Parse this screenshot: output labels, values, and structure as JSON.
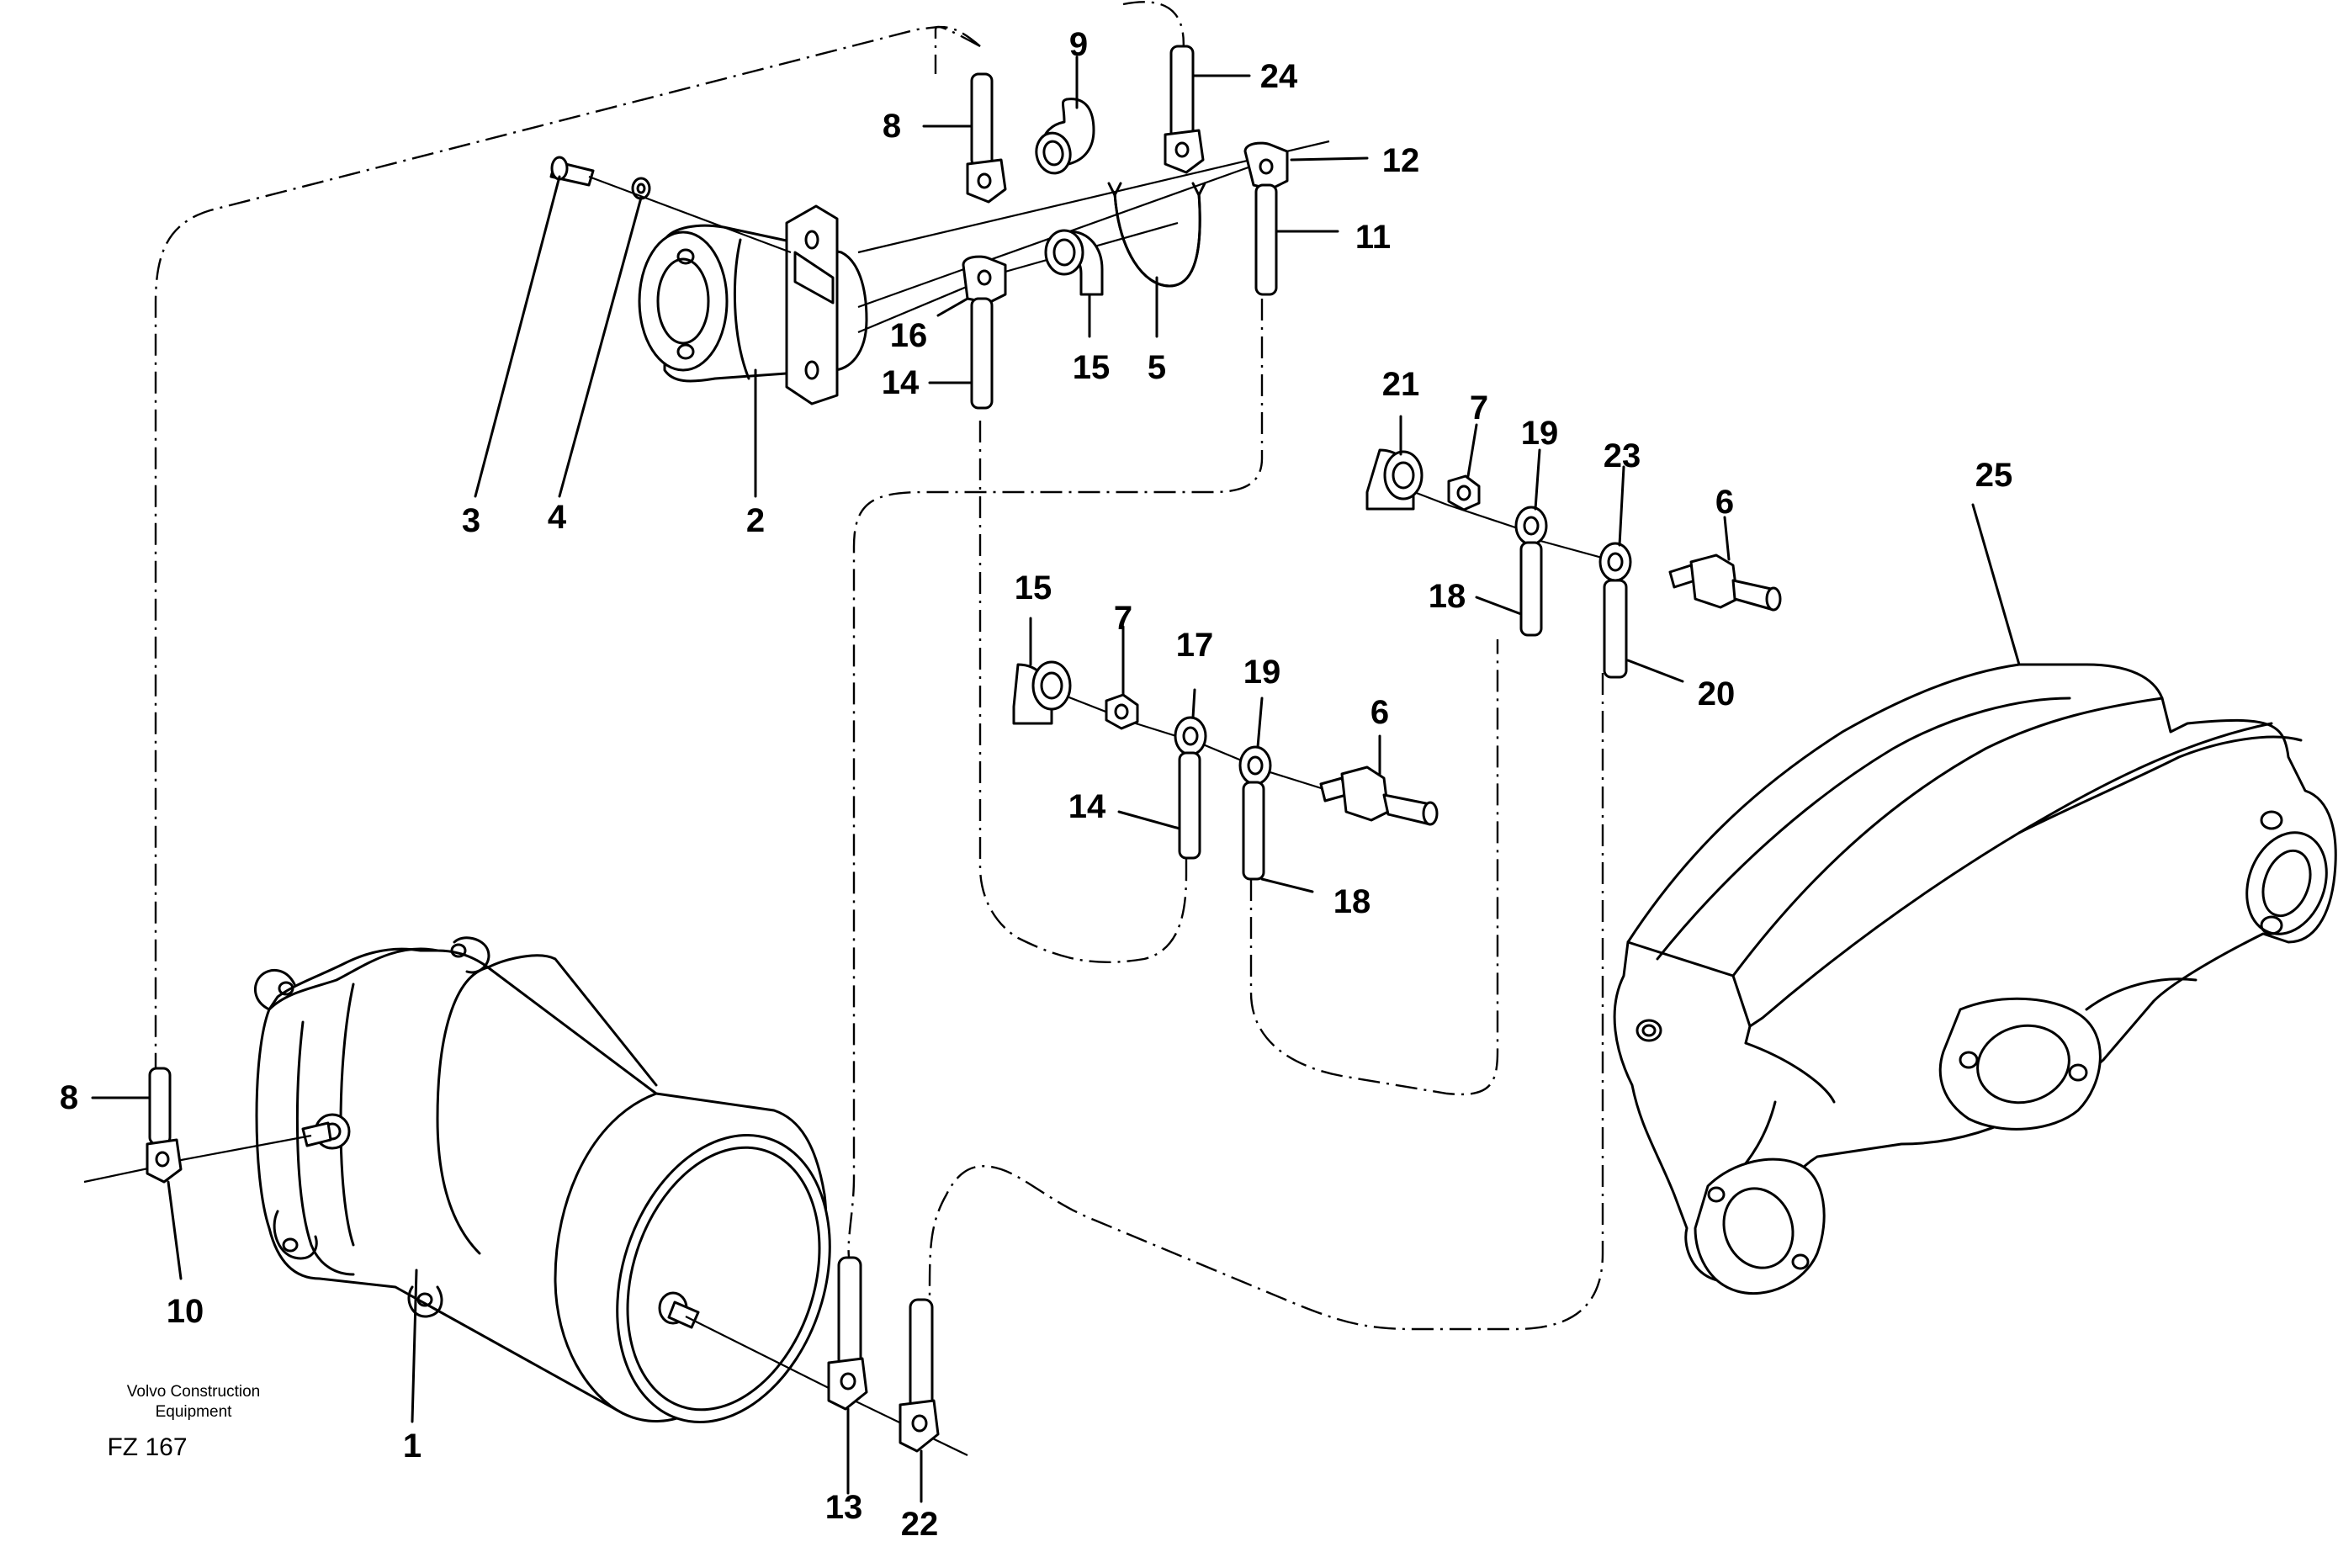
{
  "diagram": {
    "callouts": {
      "c1": "1",
      "c2": "2",
      "c3": "3",
      "c4": "4",
      "c5": "5",
      "c6a": "6",
      "c6b": "6",
      "c7a": "7",
      "c7b": "7",
      "c8a": "8",
      "c8b": "8",
      "c9": "9",
      "c10": "10",
      "c11": "11",
      "c12": "12",
      "c13": "13",
      "c14a": "14",
      "c14b": "14",
      "c15a": "15",
      "c15b": "15",
      "c16": "16",
      "c17": "17",
      "c18a": "18",
      "c18b": "18",
      "c19a": "19",
      "c19b": "19",
      "c20": "20",
      "c21": "21",
      "c22": "22",
      "c23": "23",
      "c24": "24",
      "c25": "25"
    }
  },
  "footer": {
    "brand_line1": "Volvo Construction",
    "brand_line2": "Equipment",
    "figure_id": "FZ 167"
  }
}
